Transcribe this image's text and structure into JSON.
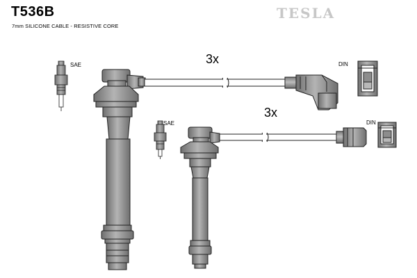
{
  "header": {
    "part_number": "T536B",
    "subtitle": "7mm SILICONE CABLE - RESISTIVE CORE",
    "brand": "TESLA"
  },
  "labels": {
    "upper_quantity": "3x",
    "lower_quantity": "3x",
    "upper_plug_standard": "SAE",
    "lower_plug_standard": "SAE",
    "upper_connector_standard": "DIN",
    "lower_connector_standard": "DIN"
  },
  "colors": {
    "part_fill": "#9a9a9a",
    "part_shade": "#6f6f6f",
    "outline": "#222222",
    "brand_gray": "#c7c7c7"
  }
}
